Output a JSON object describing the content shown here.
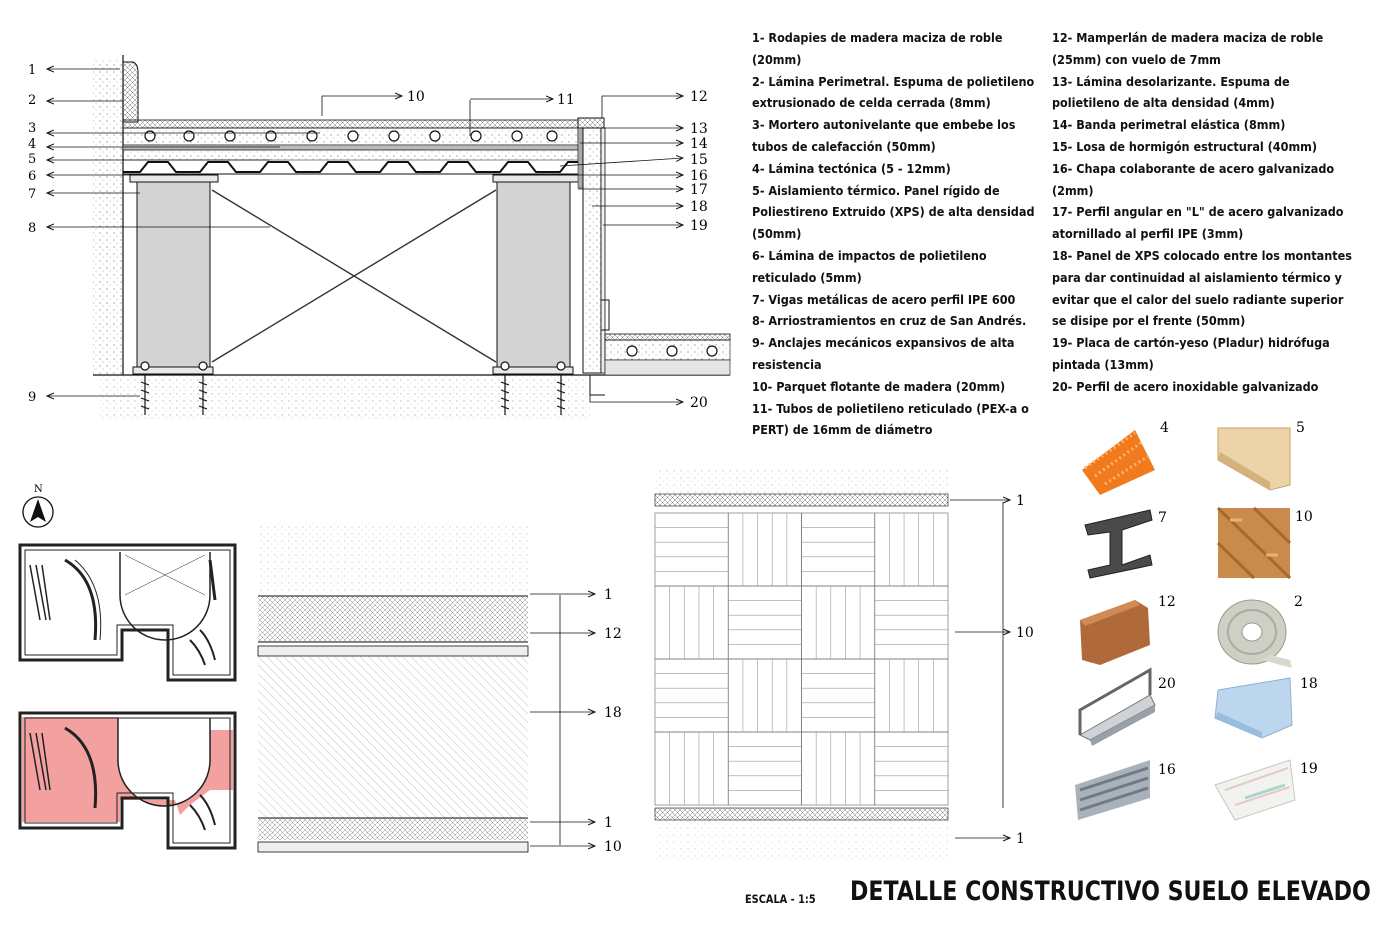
{
  "title": "DETALLE CONSTRUCTIVO SUELO ELEVADO",
  "scale": "ESCALA - 1:5",
  "north_label": "N",
  "colors": {
    "highlight": "#f2a0a0",
    "ink": "#111111",
    "section_fill": "#d3d3d3"
  },
  "legend_left": [
    "1- Rodapies de madera maciza de roble (20mm)",
    "2- Lámina Perimetral. Espuma de polietileno extrusionado de celda cerrada (8mm)",
    "3- Mortero autonivelante que embebe los tubos de calefacción (50mm)",
    "4- Lámina tectónica (5 - 12mm)",
    "5- Aislamiento térmico. Panel rígido de Poliestireno Extruido (XPS) de alta densidad (50mm)",
    "6- Lámina de impactos de polietileno reticulado (5mm)",
    "7- Vigas metálicas de acero perfil IPE 600",
    "8- Arriostramientos en cruz de San Andrés.",
    "9- Anclajes mecánicos expansivos de alta resistencia",
    "10- Parquet flotante de madera (20mm)",
    "11- Tubos de polietileno reticulado (PEX-a o PERT) de 16mm de diámetro"
  ],
  "legend_right": [
    "12- Mamperlán de madera maciza de roble (25mm) con vuelo de 7mm",
    "13- Lámina desolarizante. Espuma de polietileno de alta densidad (4mm)",
    "14- Banda perimetral elástica (8mm)",
    "15- Losa de hormigón estructural (40mm)",
    "16- Chapa colaborante de acero galvanizado (2mm)",
    "17- Perfil angular en \"L\" de acero galvanizado atornillado al perfil IPE (3mm)",
    "18- Panel de XPS colocado entre los montantes para dar continuidad al aislamiento térmico y evitar que el calor del suelo radiante superior se disipe por el frente (50mm)",
    "19- Placa de cartón-yeso (Pladur) hidrófuga pintada (13mm)",
    "20- Perfil de acero inoxidable galvanizado"
  ],
  "section_callouts": {
    "left": [
      "1",
      "2",
      "3",
      "4",
      "5",
      "6",
      "7",
      "8",
      "9"
    ],
    "top": [
      "10",
      "11"
    ],
    "right": [
      "12",
      "13",
      "14",
      "15",
      "16",
      "17",
      "18",
      "19",
      "20"
    ]
  },
  "elevation_callouts": [
    "1",
    "12",
    "18",
    "1",
    "10"
  ],
  "parquet_callouts": [
    "1",
    "10",
    "1"
  ],
  "material_labels": [
    "4",
    "5",
    "7",
    "10",
    "12",
    "2",
    "20",
    "18",
    "16",
    "19"
  ],
  "material_icons": [
    "dimpled-membrane-icon",
    "xps-panel-icon",
    "ipe-beam-icon",
    "parquet-sample-icon",
    "stair-nosing-icon",
    "foam-roll-icon",
    "steel-profile-icon",
    "xps-board-icon",
    "steel-deck-icon",
    "plasterboard-icon"
  ]
}
